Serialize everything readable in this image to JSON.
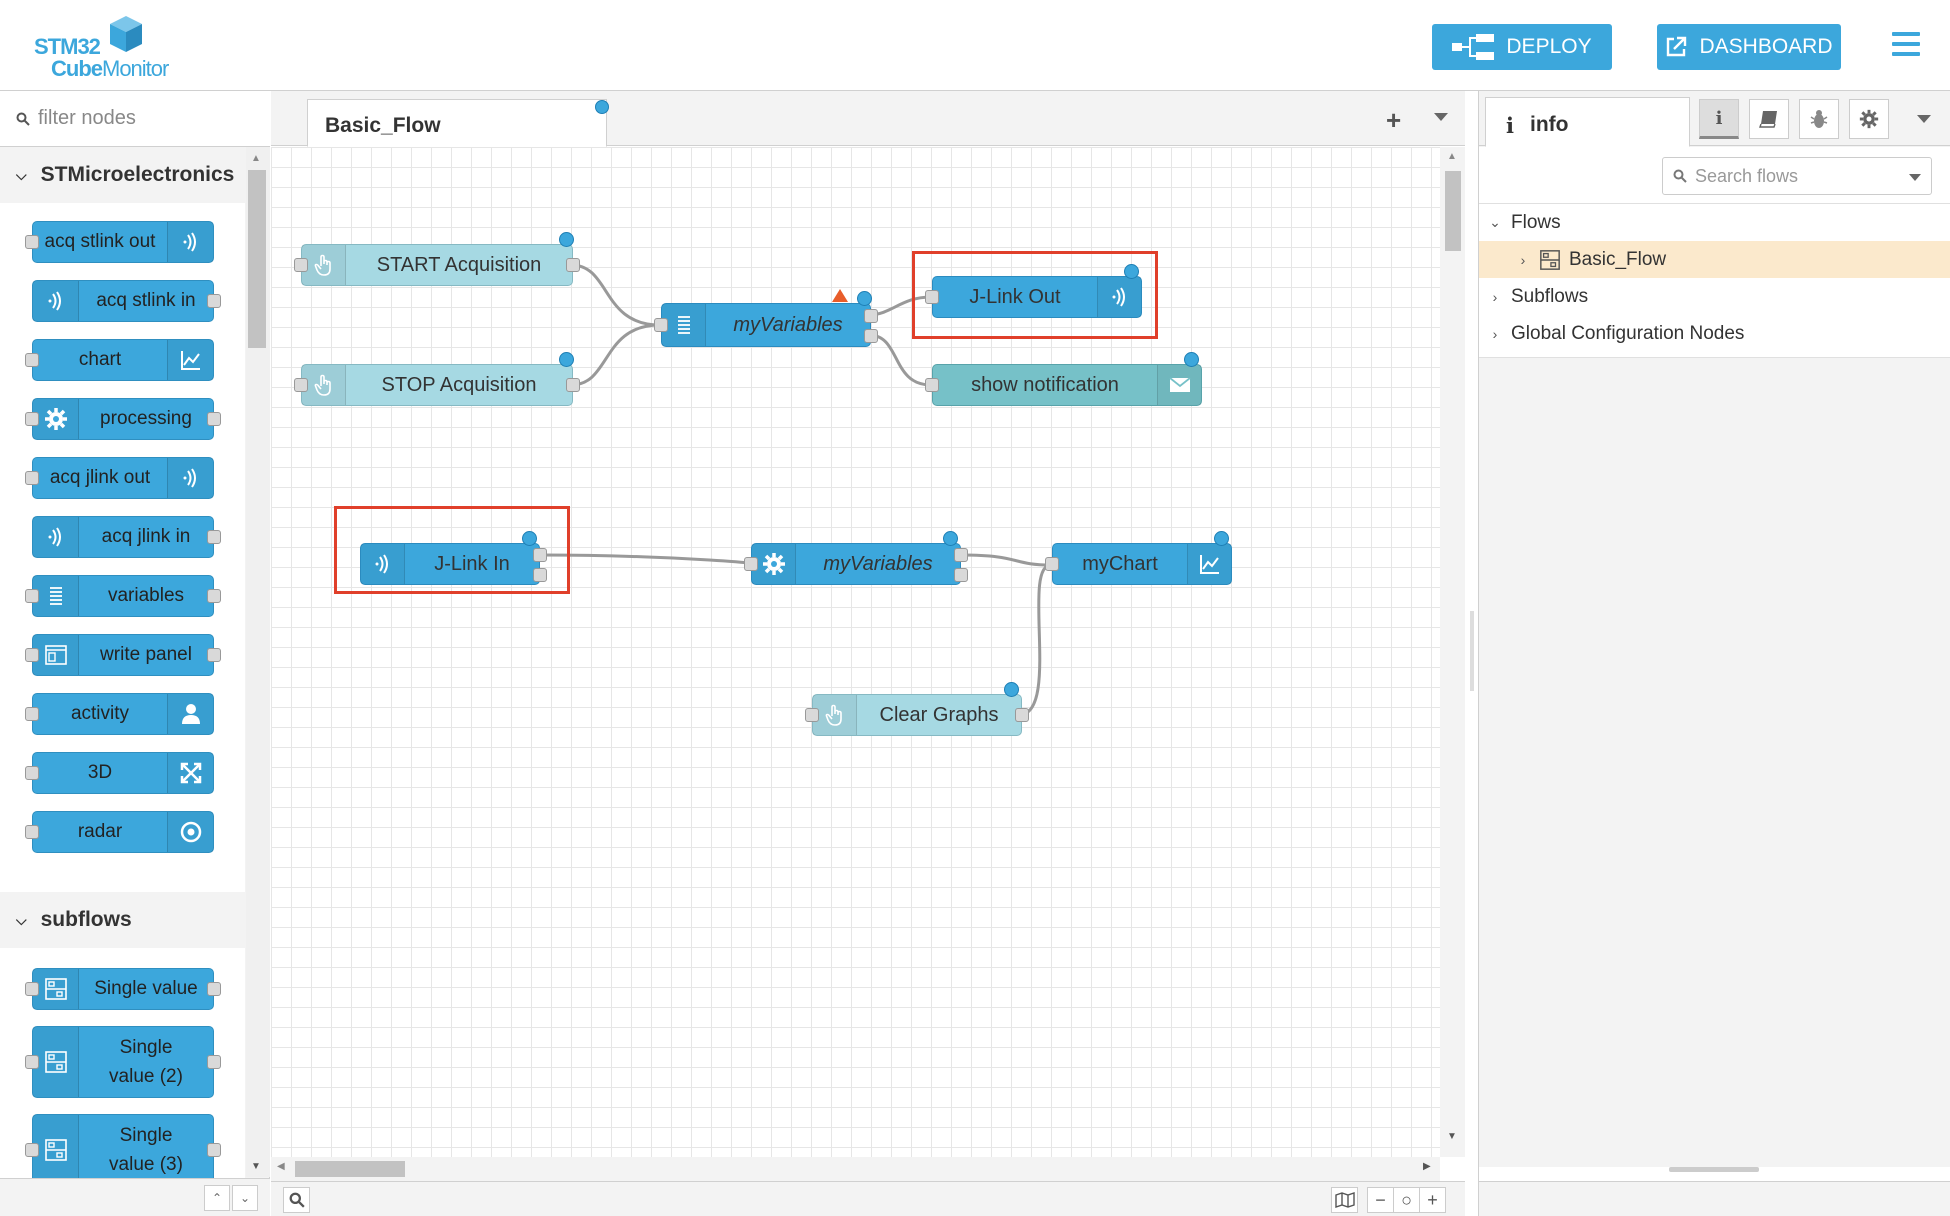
{
  "header": {
    "logo_line1": "STM32",
    "logo_line2a": "Cube",
    "logo_line2b": "Monitor",
    "deploy_label": "DEPLOY",
    "dashboard_label": "DASHBOARD"
  },
  "palette": {
    "filter_placeholder": "filter nodes",
    "categories": [
      {
        "title": "STMicroelectronics",
        "nodes": [
          {
            "label": "acq stlink out",
            "icon": "signal-icon"
          },
          {
            "label": "acq stlink in",
            "icon": "signal-icon"
          },
          {
            "label": "chart",
            "icon": "chart-icon"
          },
          {
            "label": "processing",
            "icon": "gear-icon"
          },
          {
            "label": "acq jlink out",
            "icon": "signal-icon"
          },
          {
            "label": "acq jlink in",
            "icon": "signal-icon"
          },
          {
            "label": "variables",
            "icon": "list-icon"
          },
          {
            "label": "write panel",
            "icon": "panel-icon"
          },
          {
            "label": "activity",
            "icon": "user-icon"
          },
          {
            "label": "3D",
            "icon": "expand-icon"
          },
          {
            "label": "radar",
            "icon": "target-icon"
          }
        ]
      },
      {
        "title": "subflows",
        "nodes": [
          {
            "label": "Single value",
            "icon": "subflow-icon"
          },
          {
            "label": "Single value (2)",
            "icon": "subflow-icon"
          },
          {
            "label": "Single value (3)",
            "icon": "subflow-icon"
          }
        ]
      }
    ]
  },
  "workspace": {
    "tab_label": "Basic_Flow",
    "nodes": {
      "start_acq": "START Acquisition",
      "stop_acq": "STOP Acquisition",
      "my_variables_1": "myVariables",
      "jlink_out": "J-Link Out",
      "show_notification": "show notification",
      "jlink_in": "J-Link In",
      "my_variables_2": "myVariables",
      "my_chart": "myChart",
      "clear_graphs": "Clear Graphs"
    }
  },
  "sidebar": {
    "tab_label": "info",
    "search_placeholder": "Search flows",
    "tree": {
      "flows": "Flows",
      "basic_flow": "Basic_Flow",
      "subflows": "Subflows",
      "global_config": "Global Configuration Nodes"
    }
  },
  "colors": {
    "accent": "#3ca7dc",
    "highlight": "#e03f2a",
    "selected_row": "#fbe9cc"
  }
}
